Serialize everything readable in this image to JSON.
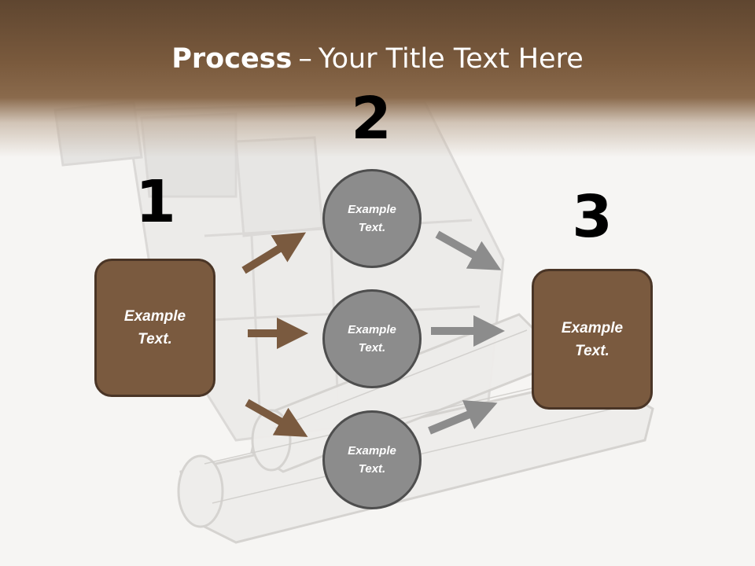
{
  "title": {
    "bold": "Process",
    "separator": "–",
    "rest": "Your Title Text Here"
  },
  "numbers": {
    "n1": "1",
    "n2": "2",
    "n3": "3"
  },
  "left_box": {
    "text": "Example Text."
  },
  "right_box": {
    "text": "Example Text."
  },
  "circles": [
    {
      "text": "Example Text."
    },
    {
      "text": "Example Text."
    },
    {
      "text": "Example Text."
    }
  ],
  "colors": {
    "header": "#6e5038",
    "box_fill": "#7a5a3f",
    "box_border": "#4a3526",
    "circle_fill": "#8c8c8c",
    "circle_border": "#4e4e4e",
    "arrow_brown": "#7a5a3f",
    "arrow_grey": "#8c8c8c"
  }
}
